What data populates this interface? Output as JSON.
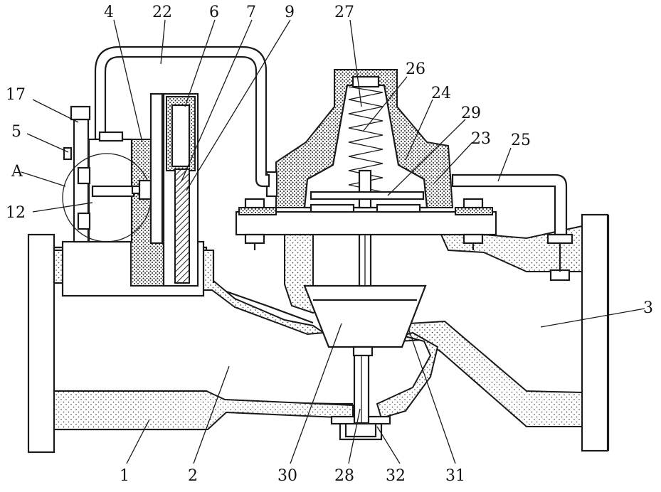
{
  "labels": {
    "l1": "1",
    "l2": "2",
    "l3": "3",
    "l4": "4",
    "l5": "5",
    "l6": "6",
    "l7": "7",
    "l9": "9",
    "l12": "12",
    "l17": "17",
    "l22": "22",
    "l23": "23",
    "l24": "24",
    "l25": "25",
    "l26": "26",
    "l27": "27",
    "l28": "28",
    "l29": "29",
    "l30": "30",
    "l31": "31",
    "l32": "32",
    "lA": "A"
  }
}
